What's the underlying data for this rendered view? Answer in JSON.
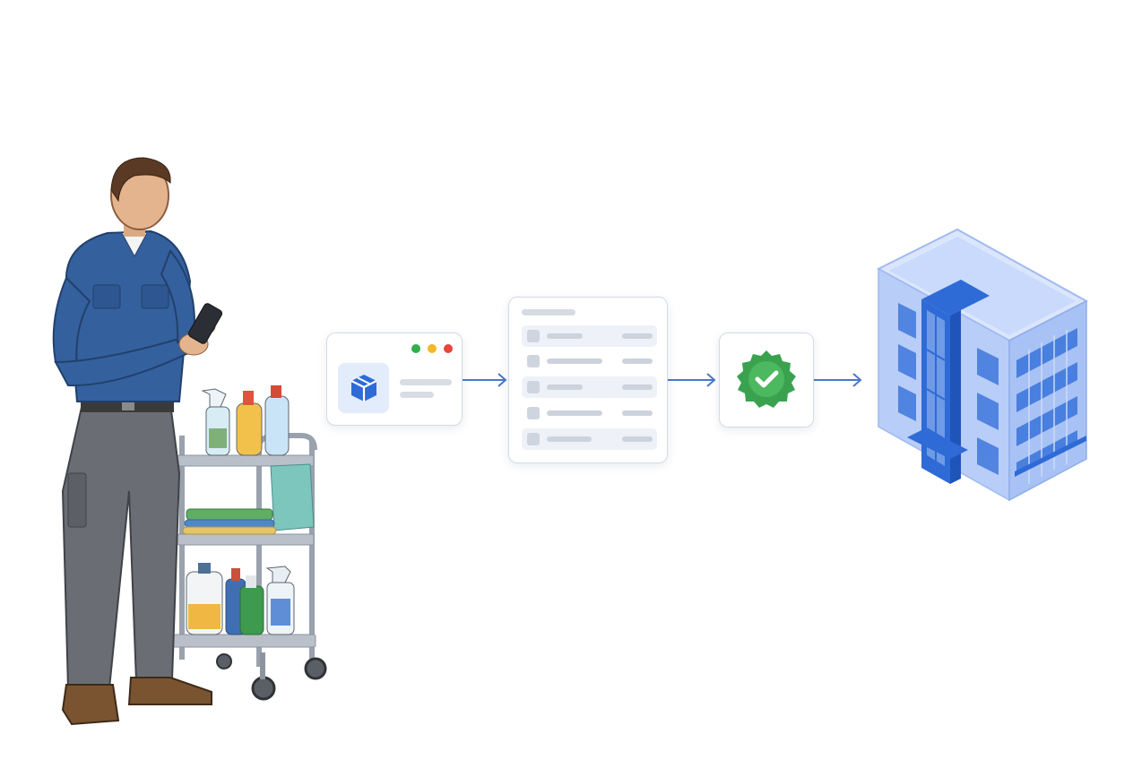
{
  "scene": {
    "icons": [
      "worker-figure",
      "smartphone-icon",
      "cleaning-cart",
      "package-icon",
      "list-icon",
      "verified-check-icon",
      "office-building-icon"
    ],
    "colors": {
      "arrow": "#4a78c9",
      "accent_blue": "#2f6bd6",
      "check_green": "#3aa24f",
      "window_dot_green": "#2fb04d",
      "window_dot_yellow": "#f2b827",
      "window_dot_red": "#e8453c",
      "card_border": "#d5dae3",
      "placeholder_gray": "#d8dde5",
      "building_light": "#c9dafc",
      "building_dark": "#3f78dc",
      "shirt": "#34609e",
      "pants": "#6a6e74"
    },
    "list_card": {
      "rows": 5,
      "highlighted_rows": [
        1,
        3,
        5
      ]
    }
  }
}
